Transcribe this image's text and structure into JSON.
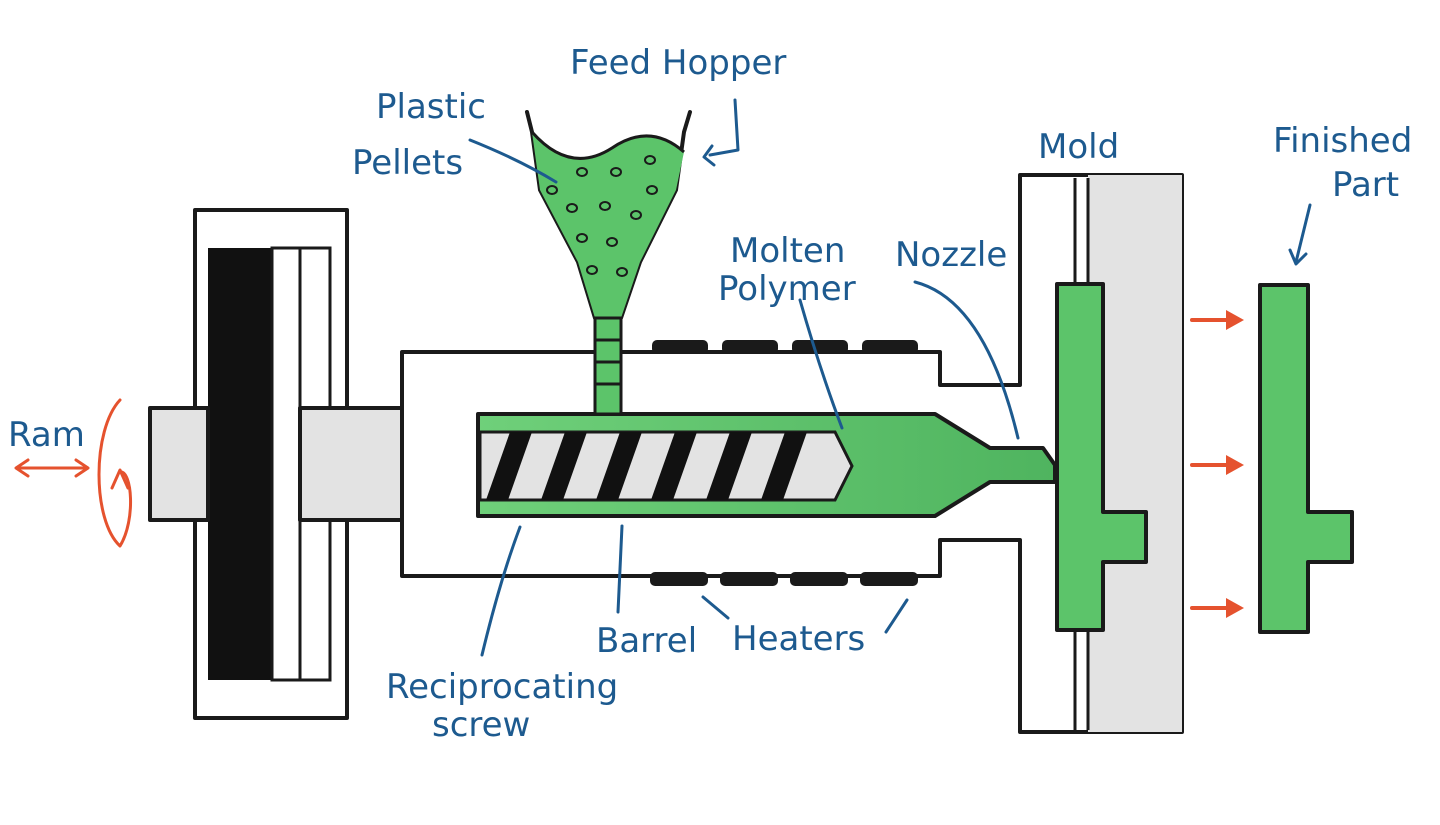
{
  "diagram": {
    "labels": {
      "ram": "Ram",
      "plastic_pellets_1": "Plastic",
      "plastic_pellets_2": "Pellets",
      "feed_hopper": "Feed Hopper",
      "molten_polymer_1": "Molten",
      "molten_polymer_2": "Polymer",
      "nozzle": "Nozzle",
      "mold": "Mold",
      "finished_part_1": "Finished",
      "finished_part_2": "Part",
      "reciprocating_screw_1": "Reciprocating",
      "reciprocating_screw_2": "screw",
      "barrel": "Barrel",
      "heaters": "Heaters"
    },
    "colors": {
      "polymer_green": "#5cc46a",
      "label_blue": "#1d5a8f",
      "arrow_red": "#e5522e",
      "steel_gray": "#e3e3e3",
      "outline": "#1a1a1a"
    }
  }
}
